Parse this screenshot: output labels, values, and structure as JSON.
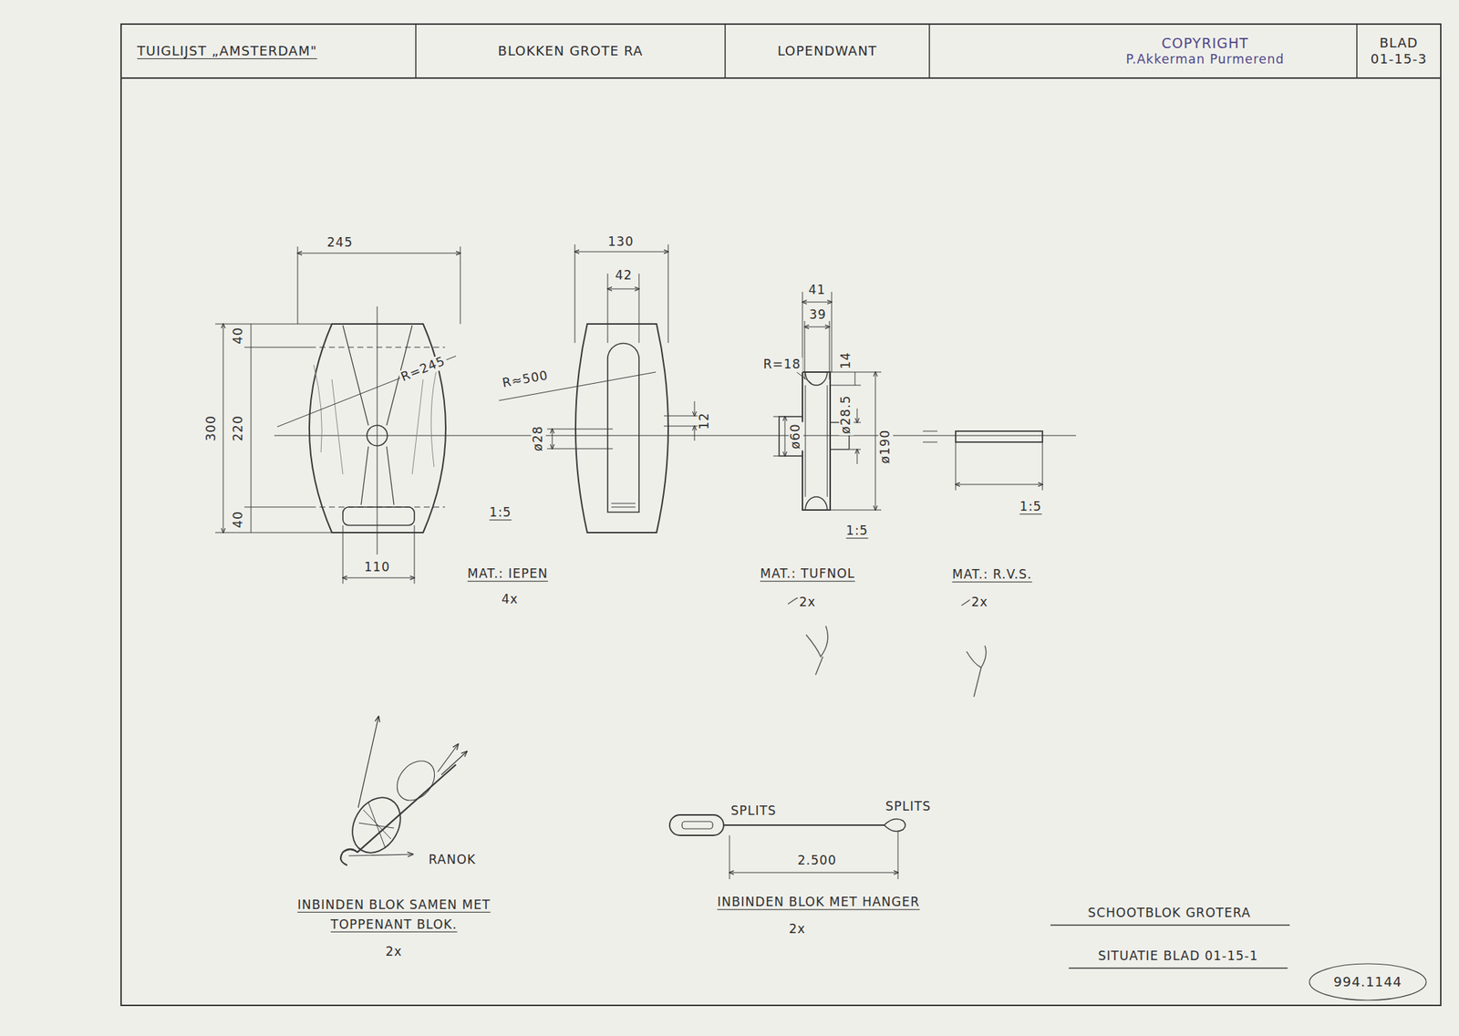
{
  "diagram": {
    "nodes": [
      {
        "text": [
          "TUIGLIJST „AMSTERDAM\""
        ]
      },
      {
        "text": [
          "BLOKKEN GROTE RA"
        ]
      },
      {
        "text": [
          "LOPENDWANT"
        ]
      },
      {
        "text": [
          "COPYRIGHT",
          "P.Akkerman Purmerend"
        ]
      },
      {
        "text": [
          "BLAD",
          "01-15-3"
        ]
      }
    ],
    "labels": [
      "245",
      "130",
      "42",
      "41",
      "39",
      "R=18",
      "14",
      "ø28.5",
      "ø190",
      "ø60",
      "12",
      "ø28",
      "R≈500",
      "R=245",
      "300",
      "220",
      "40",
      "40",
      "110",
      "1:5",
      "MAT.: IEPEN",
      "4x",
      "MAT.: TUFNOL",
      "2x",
      "1:5",
      "MAT.: R.V.S.",
      "2x",
      "1:5",
      "RANOK",
      "INBINDEN BLOK SAMEN MET TOPPENANT BLOK.",
      "2x",
      "SPLITS",
      "SPLITS",
      "2.500",
      "INBINDEN BLOK MET HANGER",
      "2x",
      "SCHOOTBLOK GROTERA",
      "SITUATIE BLAD 01-15-1",
      "994.1144"
    ]
  }
}
